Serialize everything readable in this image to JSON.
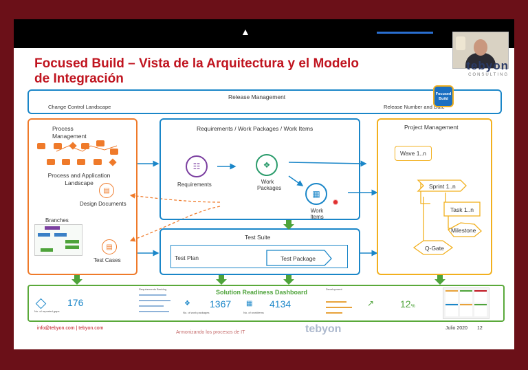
{
  "slide": {
    "title_line1": "Focused Build – Vista de la Arquitectura y el Modelo",
    "title_line2": "de Integración",
    "logo_name": "tebyon",
    "logo_sub": "CONSULTING"
  },
  "diagram": {
    "release_management": "Release Management",
    "change_control": "Change Control Landscape",
    "release_number": "Release Number and Date",
    "badge": "Focused Build",
    "process_management": "Process Management",
    "process_landscape": "Process and Application Landscape",
    "design_documents": "Design Documents",
    "branches": "Branches",
    "test_cases": "Test Cases",
    "req_wp_title": "Requirements / Work Packages / Work Items",
    "requirements": "Requirements",
    "work_packages": "Work Packages",
    "work_items": "Work Items",
    "test_suite": "Test Suite",
    "test_plan": "Test Plan",
    "test_package": "Test Package",
    "project_management": "Project Management",
    "wave": "Wave 1..n",
    "sprint": "Sprint 1..n",
    "task": "Task 1..n",
    "milestone": "Milestone",
    "qgate": "Q-Gate"
  },
  "dashboard": {
    "title": "Solution Readiness Dashboard",
    "gaps_label": "No. of reported gaps",
    "gaps_value": "176",
    "req_backlog": "Requirements Backlog",
    "wp_label": "No. of work packages",
    "wp_value": "1367",
    "wi_label": "No. of workitems",
    "wi_value": "4134",
    "development": "Development",
    "percent": "12",
    "percent_unit": "%"
  },
  "footer": {
    "contact": "info@tebyon.com | tebyon.com",
    "slogan": "Armonizando los procesos de IT",
    "logo": "tebyon",
    "date": "Julio 2020",
    "page": "12"
  },
  "colors": {
    "title": "#c0141f",
    "blue": "#1a86c8",
    "orange": "#ef7a2a",
    "yellow": "#f2b01e",
    "green": "#5aa93a",
    "background": "#6b1018"
  }
}
